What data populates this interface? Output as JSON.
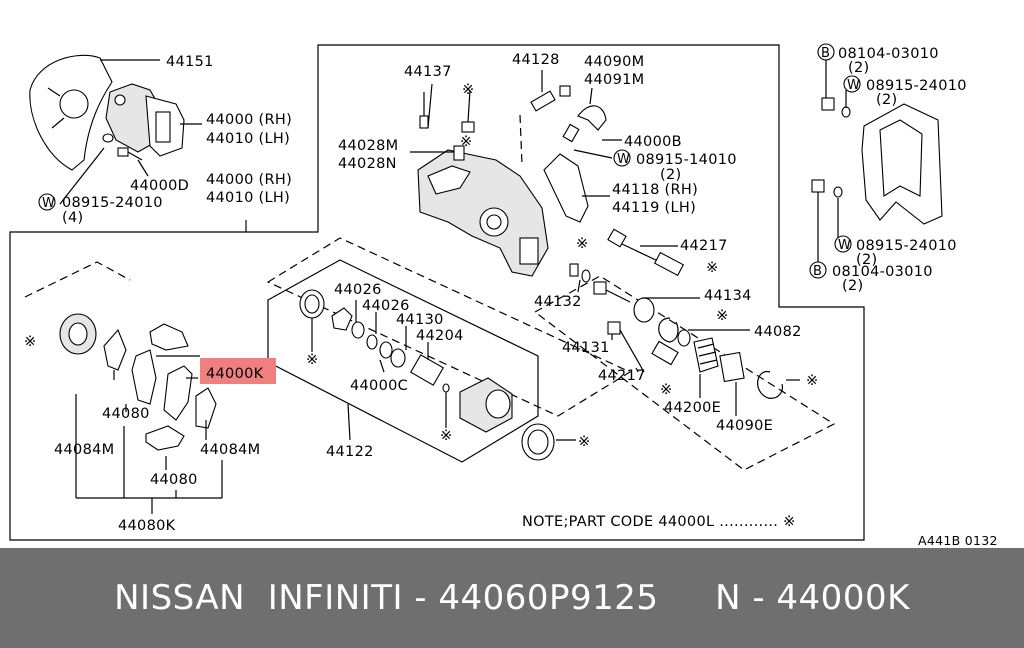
{
  "footer": {
    "text": "NISSAN  INFINITI - 44060P9125     N - 44000K"
  },
  "diagram": {
    "highlight_label": "44000K",
    "highlight_color": "#f08080",
    "reference_code": "A441B 0132",
    "note": "NOTE;PART CODE 44000L ............ ※",
    "labels": {
      "p44151": "44151",
      "p44000_rh_a": "44000 (RH)",
      "p44010_lh_a": "44010 (LH)",
      "p44000d": "44000D",
      "w08915_24010_a": "08915-24010",
      "qty4": "(4)",
      "p44000_rh_b": "44000 (RH)",
      "p44010_lh_b": "44010 (LH)",
      "p44137": "44137",
      "p44128": "44128",
      "p44090m": "44090M",
      "p44091m": "44091M",
      "p44028m": "44028M",
      "p44028n": "44028N",
      "p44000b": "44000B",
      "w08915_14010": "08915-14010",
      "qty2_a": "(2)",
      "p44118_rh": "44118 (RH)",
      "p44119_lh": "44119 (LH)",
      "b08104_03010_a": "08104-03010",
      "qty2_b": "(2)",
      "w08915_24010_b": "08915-24010",
      "qty2_c": "(2)",
      "w08915_24010_c": "08915-24010",
      "qty2_d": "(2)",
      "b08104_03010_b": "08104-03010",
      "qty2_e": "(2)",
      "p44217_a": "44217",
      "p44132": "44132",
      "p44134": "44134",
      "p44082": "44082",
      "p44131": "44131",
      "p44217_b": "44217",
      "p44200e": "44200E",
      "p44090e": "44090E",
      "p44026_a": "44026",
      "p44026_b": "44026",
      "p44130": "44130",
      "p44204": "44204",
      "p44000c": "44000C",
      "p44122": "44122",
      "p44080_a": "44080",
      "p44084m_a": "44084M",
      "p44084m_b": "44084M",
      "p44080_b": "44080",
      "p44080k": "44080K",
      "circ_w": "W",
      "circ_b": "B"
    }
  }
}
